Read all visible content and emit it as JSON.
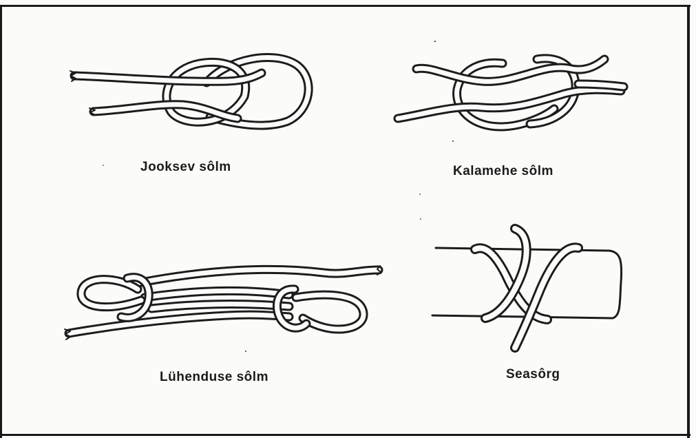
{
  "figures": [
    {
      "id": "running-knot",
      "caption": "Jooksev sôlm"
    },
    {
      "id": "reef-knot",
      "caption": "Kalamehe sôlm"
    },
    {
      "id": "sheepshank",
      "caption": "Lühenduse sôlm"
    },
    {
      "id": "clove-hitch",
      "caption": "Seasôrg"
    }
  ],
  "colors": {
    "ink": "#1c1c1c",
    "paper": "#fbfbf9"
  }
}
